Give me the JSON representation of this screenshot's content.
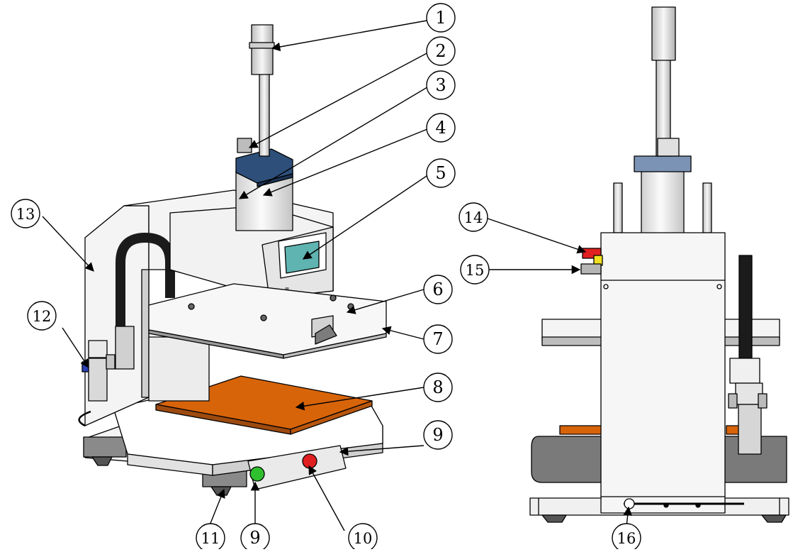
{
  "callouts": [
    {
      "id": "c1",
      "label": "1"
    },
    {
      "id": "c2",
      "label": "2"
    },
    {
      "id": "c3",
      "label": "3"
    },
    {
      "id": "c4",
      "label": "4"
    },
    {
      "id": "c5",
      "label": "5"
    },
    {
      "id": "c6",
      "label": "6"
    },
    {
      "id": "c7",
      "label": "7"
    },
    {
      "id": "c8",
      "label": "8"
    },
    {
      "id": "c9a",
      "label": "9"
    },
    {
      "id": "c9b",
      "label": "9"
    },
    {
      "id": "c10",
      "label": "10"
    },
    {
      "id": "c11",
      "label": "11"
    },
    {
      "id": "c12",
      "label": "12"
    },
    {
      "id": "c13",
      "label": "13"
    },
    {
      "id": "c14",
      "label": "14"
    },
    {
      "id": "c15",
      "label": "15"
    },
    {
      "id": "c16",
      "label": "16"
    }
  ],
  "colors": {
    "line": "#000000",
    "frame": "#f4f4f4",
    "shade": "#d9d9d9",
    "platen": "#d8640a",
    "screen": "#5fb3b0",
    "cylinder_cap": "#2d4f7a",
    "cylinder_cap_back": "#7b93b4",
    "green_button": "#2fbf2f",
    "red_button": "#e02020",
    "yellow": "#f2e020",
    "base_dark": "#7a7a7a",
    "regulator_blue": "#2a3fb3"
  }
}
